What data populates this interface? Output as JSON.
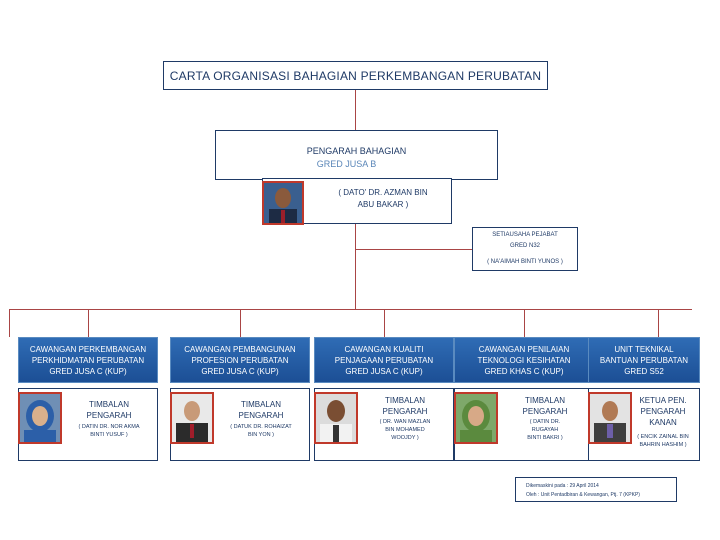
{
  "title": "CARTA ORGANISASI BAHAGIAN  PERKEMBANGAN PERUBATAN",
  "director": {
    "title": "PENGARAH BAHAGIAN",
    "grade": "GRED JUSA  B",
    "name_line1": "( DATO' DR. AZMAN BIN",
    "name_line2": "ABU BAKAR )"
  },
  "secretary": {
    "title": "SETIAUSAHA PEJABAT",
    "grade": "GRED N32",
    "name": "( NA'AIMAH BINTI YUNOS )"
  },
  "branches": [
    {
      "line1": "CAWANGAN PERKEMBANGAN",
      "line2": "PERKHIDMATAN PERUBATAN",
      "line3": "GRED JUSA C (KUP)",
      "deputy_title1": "TIMBALAN",
      "deputy_title2": "PENGARAH",
      "deputy_name1": "( DATIN DR. NOR AKMA",
      "deputy_name2": "BINTI YUSUF )"
    },
    {
      "line1": "CAWANGAN PEMBANGUNAN",
      "line2": "PROFESION  PERUBATAN",
      "line3": "GRED JUSA C (KUP)",
      "deputy_title1": "TIMBALAN",
      "deputy_title2": "PENGARAH",
      "deputy_name1": "( DATUK DR. ROHAIZAT",
      "deputy_name2": "BIN YON )"
    },
    {
      "line1": "CAWANGAN KUALITI",
      "line2": "PENJAGAAN PERUBATAN",
      "line3": "GRED JUSA C (KUP)",
      "deputy_title1": "TIMBALAN",
      "deputy_title2": "PENGARAH",
      "deputy_name1": "( DR. WAN MAZLAN",
      "deputy_name2": "BIN MOHAMED",
      "deputy_name3": "WOOJDY )"
    },
    {
      "line1": "CAWANGAN PENILAIAN",
      "line2": "TEKNOLOGI KESIHATAN",
      "line3": "GRED KHAS C (KUP)",
      "deputy_title1": "TIMBALAN",
      "deputy_title2": "PENGARAH",
      "deputy_name1": "( DATIN DR.",
      "deputy_name2": "RUGAYAH",
      "deputy_name3": "BINTI BAKRI )"
    },
    {
      "line1": "UNIT TEKNIKAL",
      "line2": "BANTUAN PERUBATAN",
      "line3": "GRED S52",
      "deputy_title1": "KETUA PEN.",
      "deputy_title2": "PENGARAH",
      "deputy_title3": "KANAN",
      "deputy_name1": "( ENCIK ZAINAL BIN",
      "deputy_name2": "BAHRIN HASHIM )"
    }
  ],
  "note": {
    "line1": "Dikemaskini pada    :    29 April 2014",
    "line2": "Oleh    :    Unit Pentadbiran & Kewangan, Ptj. 7 (KPKP)"
  },
  "colors": {
    "branch_fill": "#2164b0",
    "border": "#1f3a66",
    "connector": "#a94545",
    "photo_border": "#c0392b"
  }
}
